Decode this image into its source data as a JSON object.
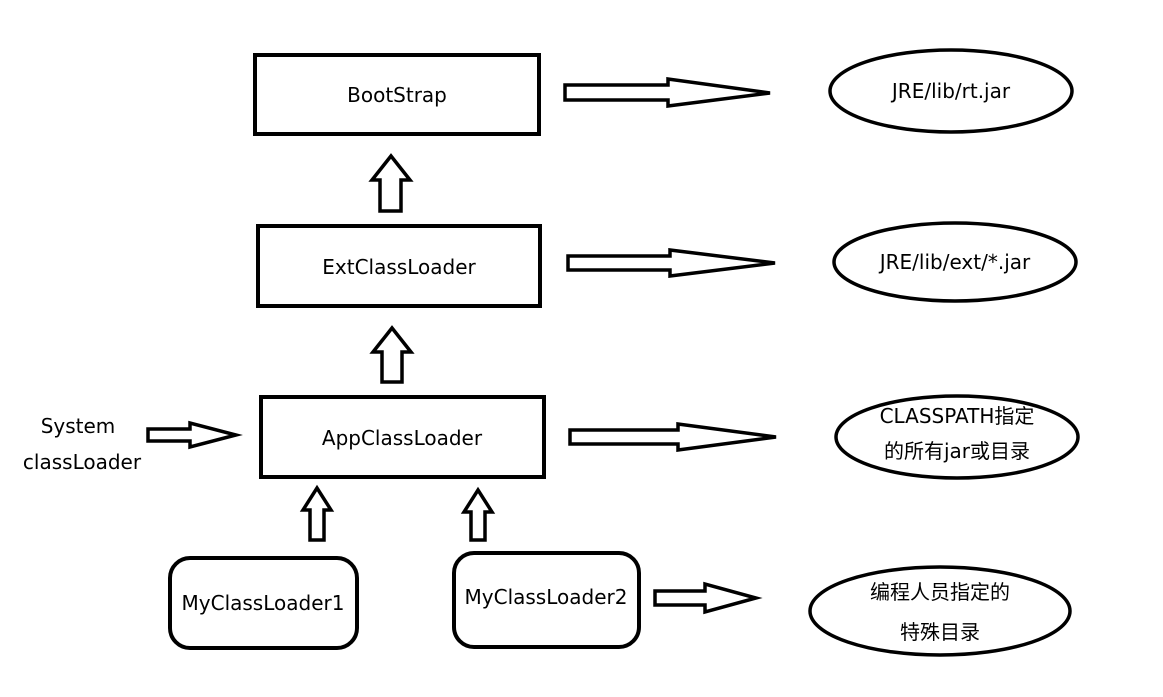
{
  "nodes": {
    "bootstrap": "BootStrap",
    "ext": "ExtClassLoader",
    "app": "AppClassLoader",
    "my1": "MyClassLoader1",
    "my2": "MyClassLoader2"
  },
  "targets": {
    "rt": "JRE/lib/rt.jar",
    "ext": "JRE/lib/ext/*.jar",
    "classpath": [
      "CLASSPATH指定",
      "的所有jar或目录"
    ],
    "custom": [
      "编程人员指定的",
      "特殊目录"
    ]
  },
  "side_label": [
    "System",
    "classLoader"
  ]
}
